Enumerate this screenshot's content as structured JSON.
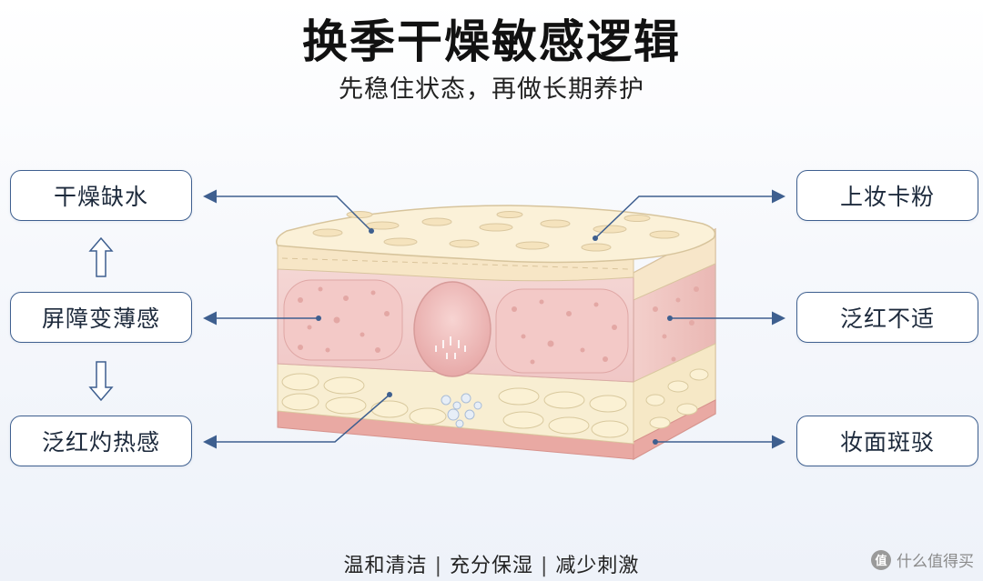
{
  "title": "换季干燥敏感逻辑",
  "subtitle": "先稳住状态，再做长期养护",
  "left_labels": [
    "干燥缺水",
    "屏障变薄感",
    "泛红灼热感"
  ],
  "right_labels": [
    "上妆卡粉",
    "泛红不适",
    "妆面斑驳"
  ],
  "footer": {
    "items": [
      "温和清洁",
      "充分保湿",
      "减少刺激"
    ],
    "separator": "|"
  },
  "watermark": {
    "logo_char": "值",
    "text": "什么值得买"
  },
  "colors": {
    "box_border": "#3e5f8f",
    "arrow": "#3e5f8f",
    "skin_top": "#fbf1d8",
    "dermis": "#f2cfcf",
    "fat": "#f7ecc8",
    "base_band": "#e9a9a3"
  }
}
